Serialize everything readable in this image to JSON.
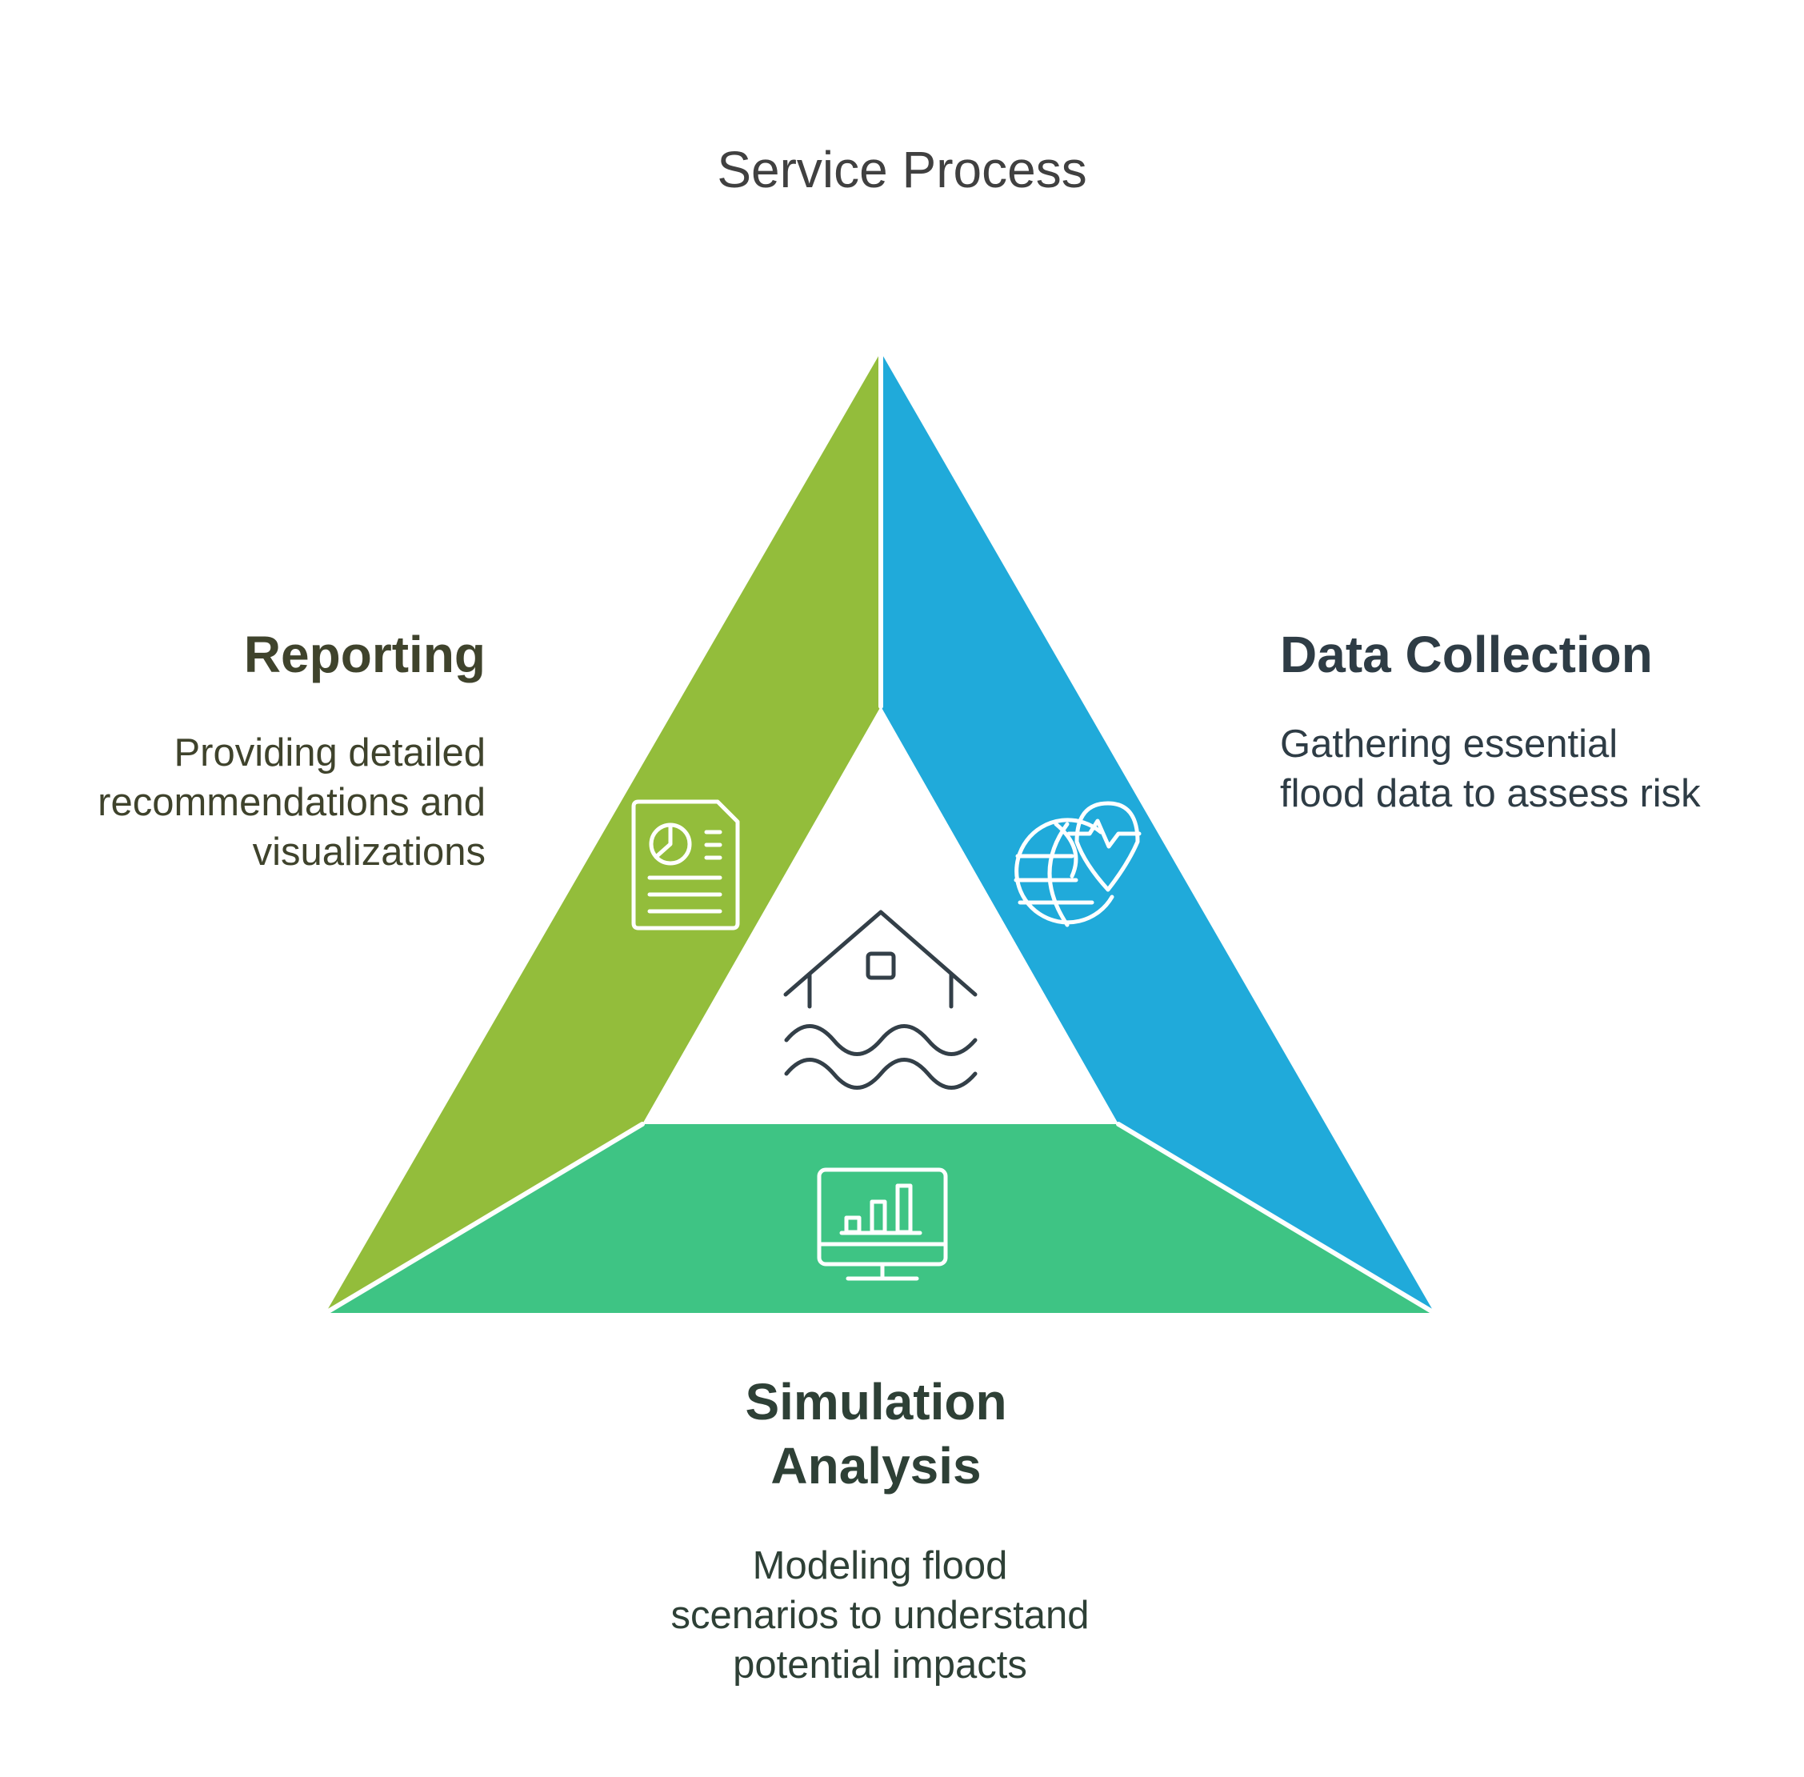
{
  "title": "Service Process",
  "colors": {
    "reporting": "#93BD3B",
    "data_collection": "#20AADA",
    "simulation": "#3EC484",
    "reporting_text": "#3F432C",
    "data_collection_text": "#2E3C45",
    "simulation_text": "#2E4036",
    "icon_dark": "#333F48",
    "icon_light": "#FFFFFF"
  },
  "segments": [
    {
      "id": "reporting",
      "title": "Reporting",
      "description": "Providing detailed\nrecommendations and\nvisualizations",
      "icon": "pie-chart-report-icon"
    },
    {
      "id": "data_collection",
      "title": "Data Collection",
      "description": "Gathering essential\nflood data to assess risk",
      "icon": "globe-heartbeat-icon"
    },
    {
      "id": "simulation",
      "title": "Simulation\nAnalysis",
      "description": "Modeling flood\nscenarios to understand\npotential impacts",
      "icon": "monitor-bar-chart-icon"
    }
  ],
  "center_icon": "flooded-house-icon"
}
